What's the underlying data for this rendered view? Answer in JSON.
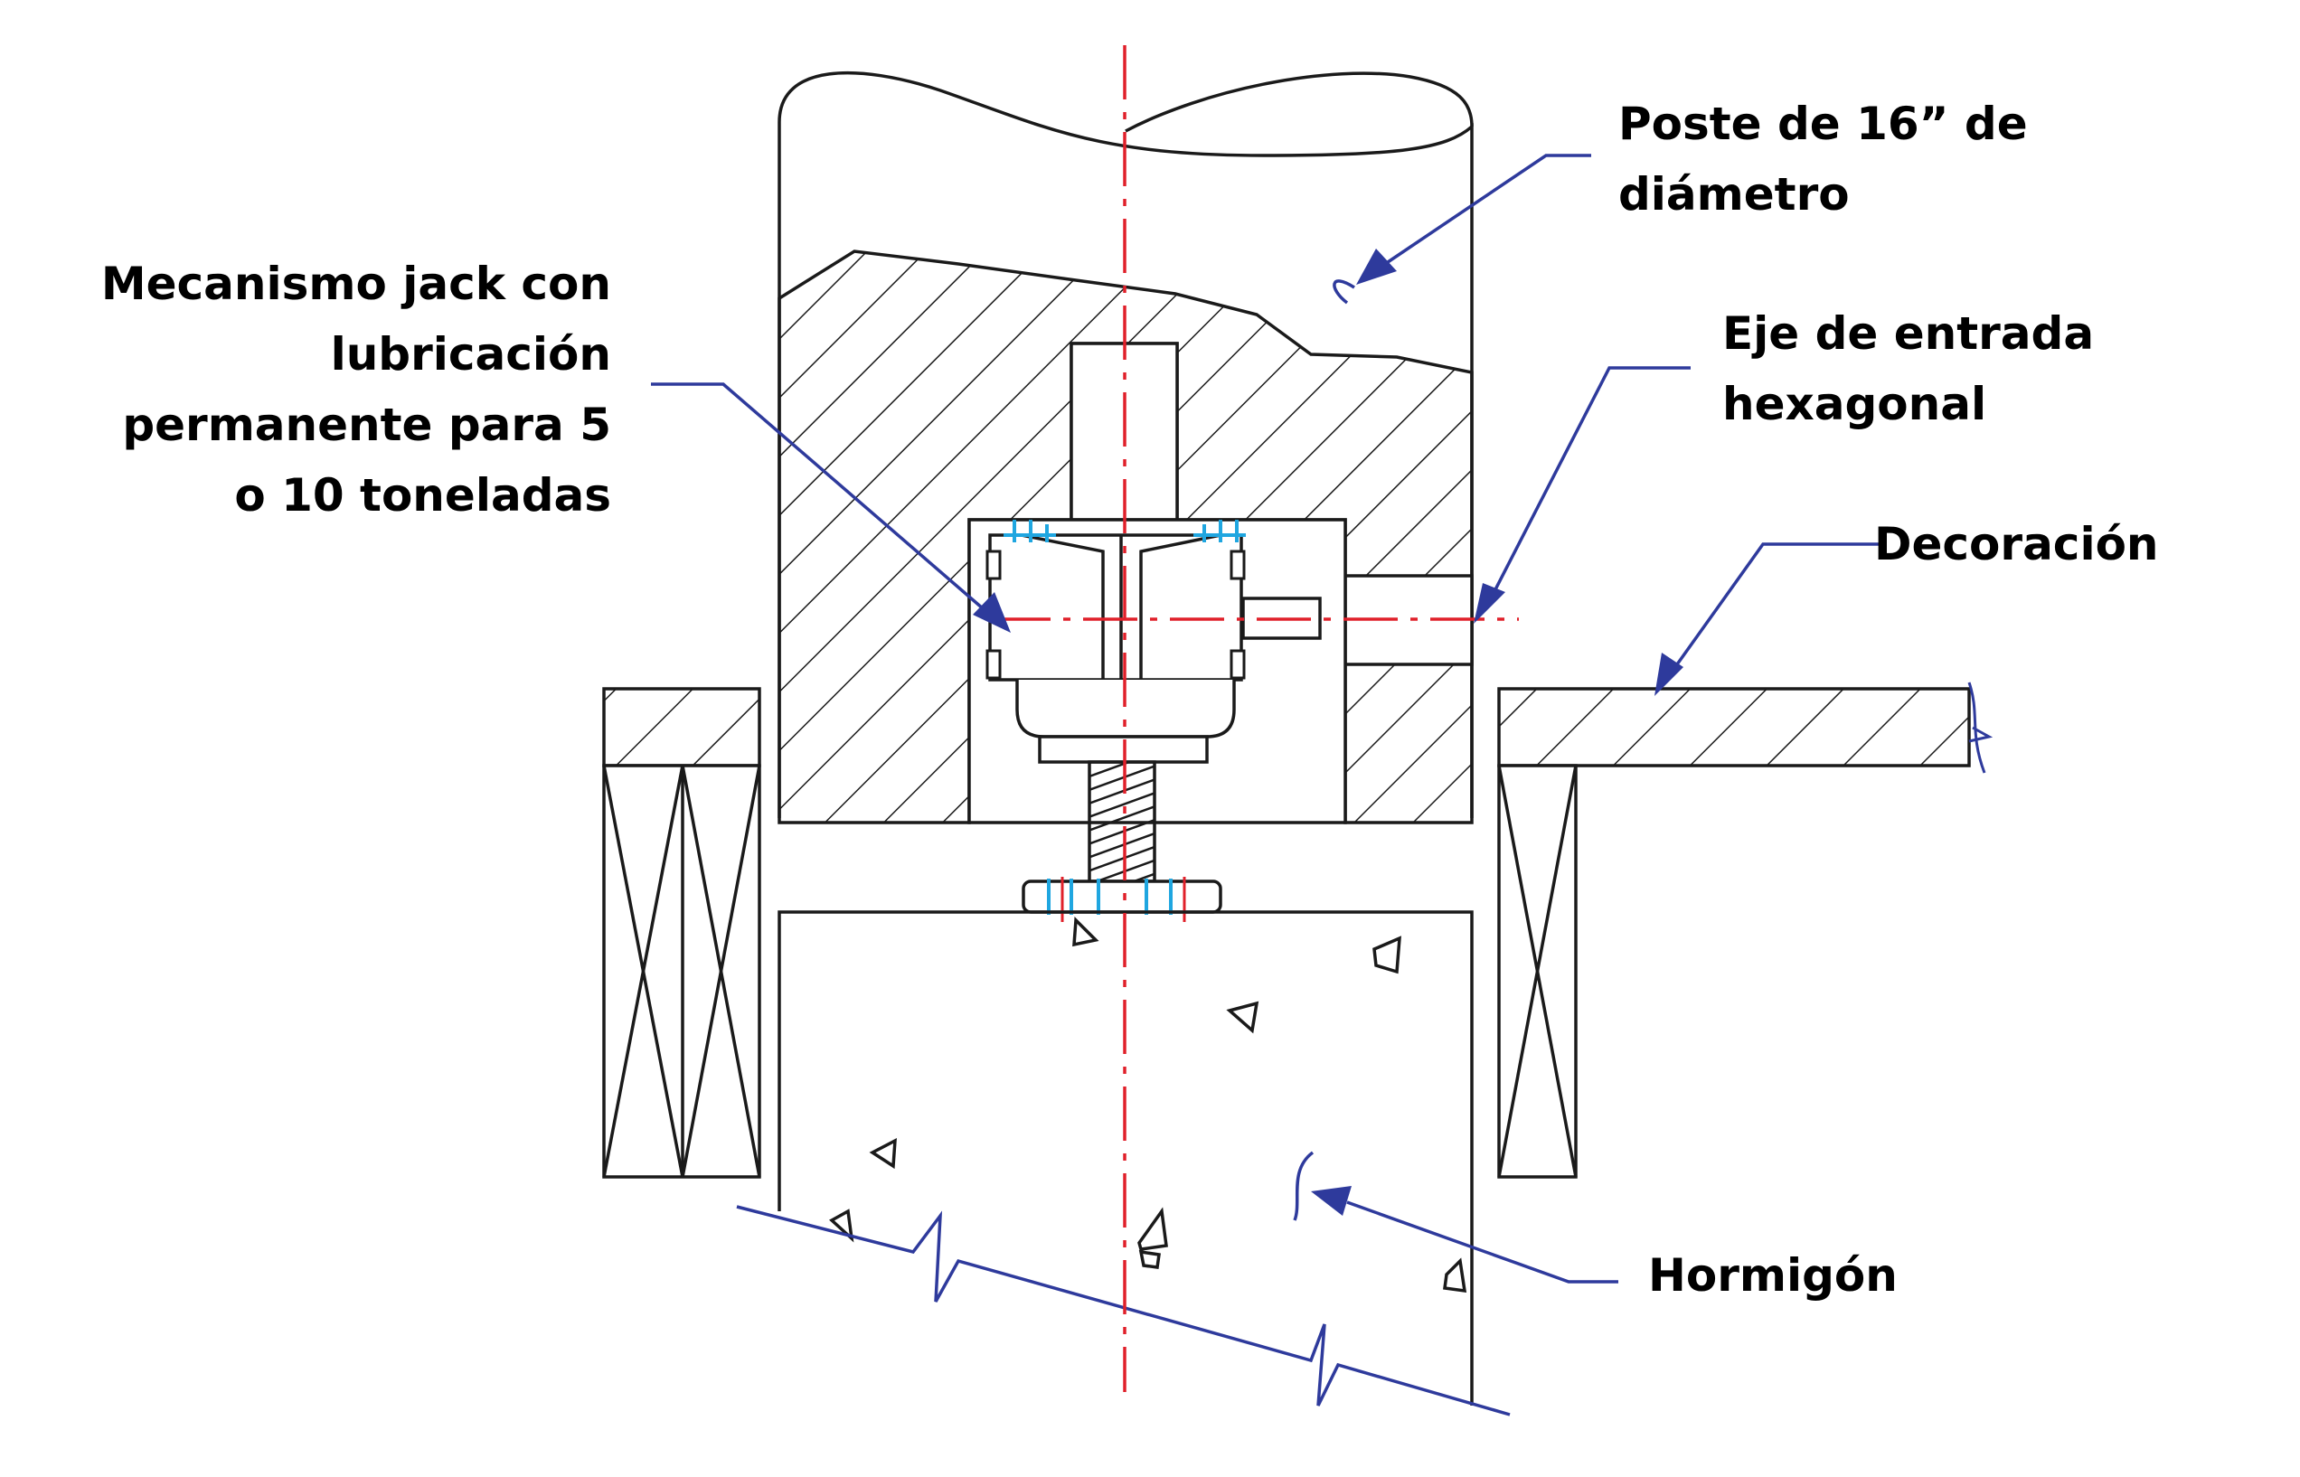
{
  "labels": {
    "poste": [
      "Poste de 16” de",
      "diámetro"
    ],
    "mecanismo": [
      "Mecanismo jack con",
      "lubricación",
      "permanente para 5",
      "o 10 toneladas"
    ],
    "eje": [
      "Eje de entrada",
      "hexagonal"
    ],
    "decoracion": [
      "Decoración"
    ],
    "hormigon": [
      "Hormigón"
    ]
  },
  "colors": {
    "line": "#1a1a1a",
    "leader": "#2e3a9c",
    "centerline": "#e0202a",
    "bolt": "#1fa6e0"
  }
}
